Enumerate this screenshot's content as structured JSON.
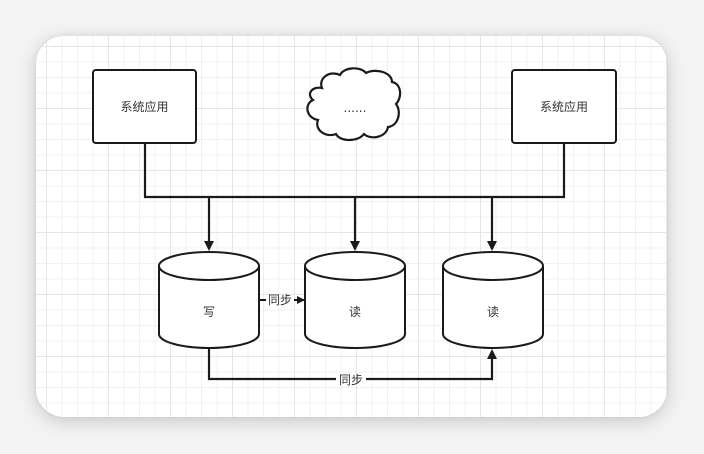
{
  "diagram": {
    "nodes": {
      "app_left": {
        "label": "系统应用",
        "shape": "rounded-rectangle"
      },
      "app_right": {
        "label": "系统应用",
        "shape": "rounded-rectangle"
      },
      "cloud": {
        "label": "......",
        "shape": "cloud"
      },
      "db_write": {
        "label": "写",
        "shape": "cylinder"
      },
      "db_read_1": {
        "label": "读",
        "shape": "cylinder"
      },
      "db_read_2": {
        "label": "读",
        "shape": "cylinder"
      }
    },
    "edges": [
      {
        "from": "app_left",
        "to": "db_write",
        "label": ""
      },
      {
        "from": "app_left",
        "to": "db_read_1",
        "label": ""
      },
      {
        "from": "app_right",
        "to": "db_read_2",
        "label": ""
      },
      {
        "from": "db_write",
        "to": "db_read_1",
        "label": "同步"
      },
      {
        "from": "db_write",
        "to": "db_read_2",
        "label": "同步"
      }
    ],
    "edge_labels": {
      "sync_short": "同步",
      "sync_long": "同步"
    },
    "colors": {
      "stroke": "#1a1a1a",
      "fill": "#ffffff",
      "text": "#333333",
      "grid": "#e4e4ea"
    }
  }
}
